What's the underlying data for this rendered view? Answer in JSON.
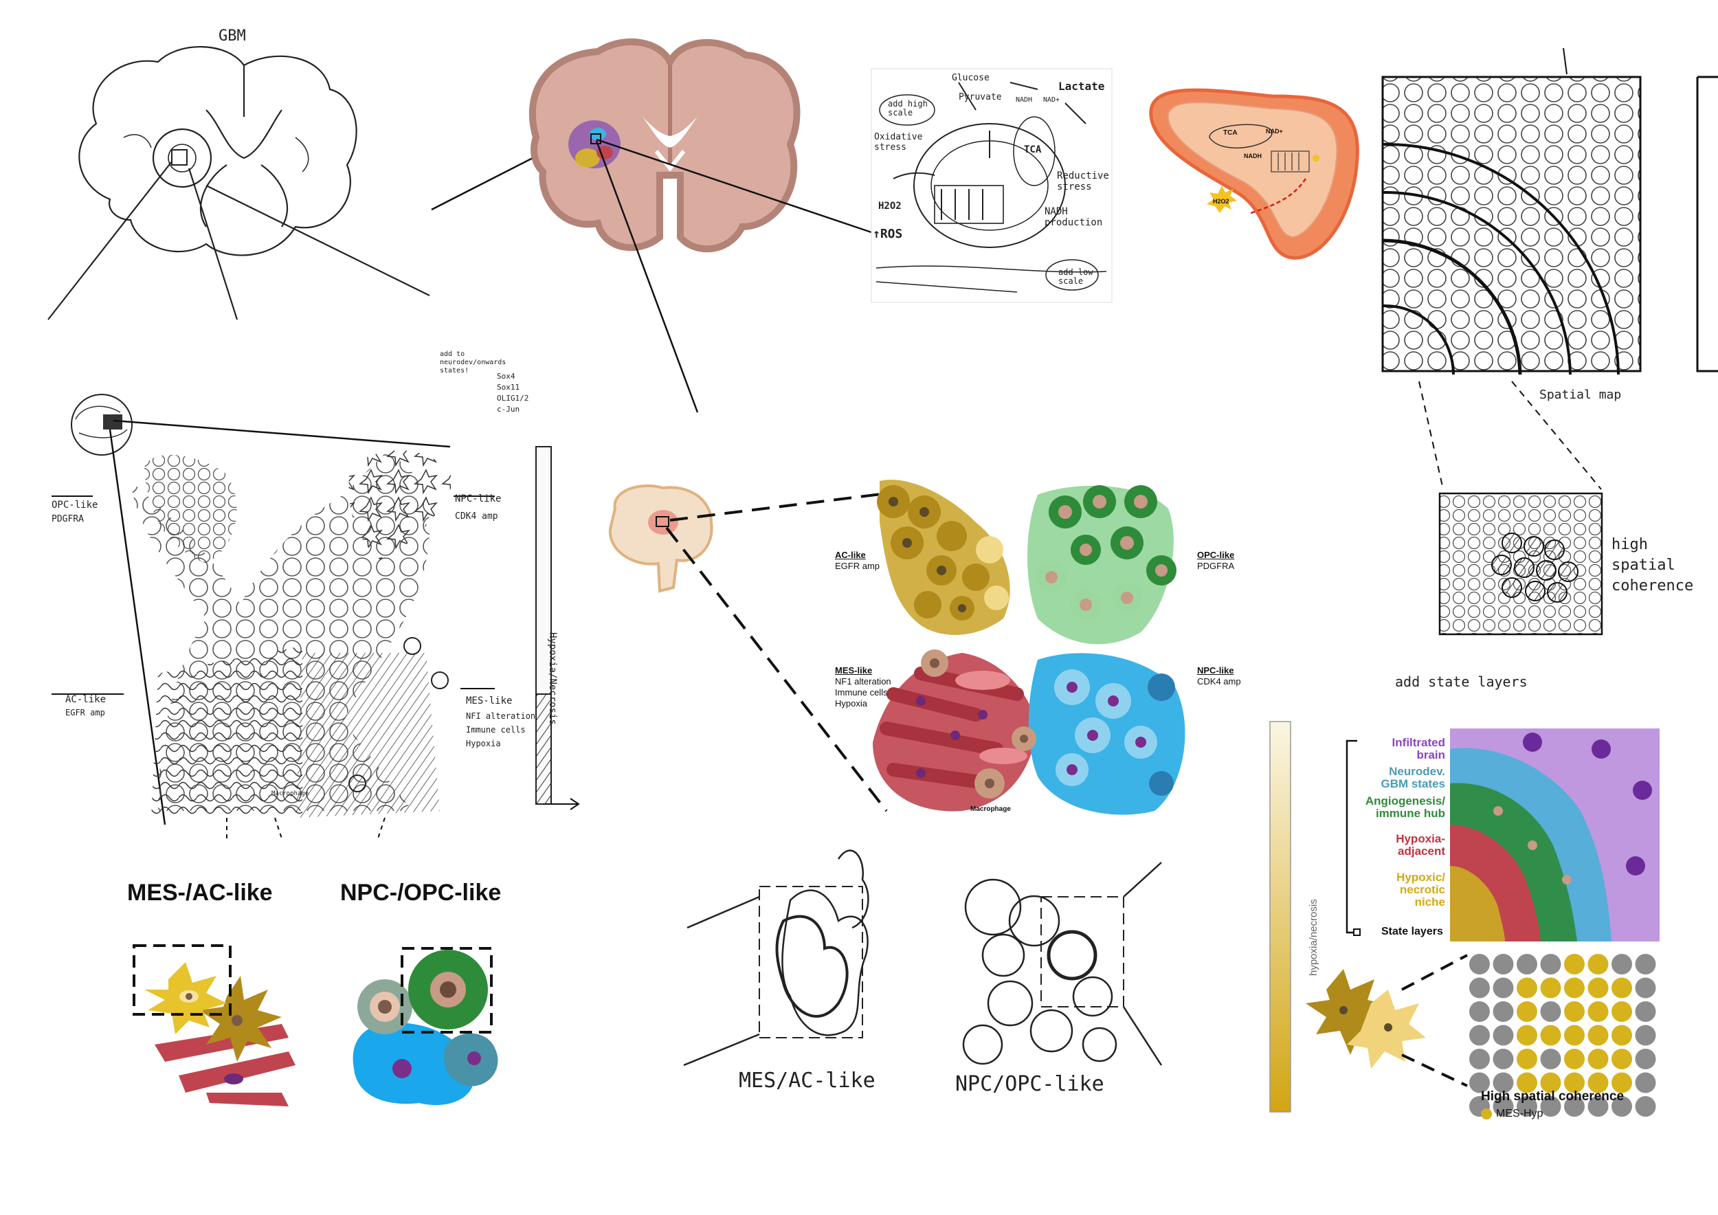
{
  "sketch_gbm": {
    "title": "GBM"
  },
  "metabolism_sketch": {
    "glucose": "Glucose",
    "lactate": "Lactate",
    "pyruvate": "Pyruvate",
    "nadh": "NADH",
    "nad": "NAD+",
    "tca": "TCA",
    "add_high": "add high\nscale",
    "oxidative": "Oxidative\nstress",
    "h2o2": "H2O2",
    "ros": "↑ROS",
    "reductive": "Reductive\nstress",
    "nadh_prod": "NADH\nproduction",
    "add_low": "add low\nscale"
  },
  "mito_diagram": {
    "tca": "TCA",
    "nadh": "NADH",
    "nad": "NAD+",
    "h2o2": "H2O2"
  },
  "spatial_sketch": {
    "spatial_map": "Spatial map",
    "high_coherence": "high spatial\ncoherence",
    "add_state_layers": "add state layers"
  },
  "quadrant_sketch": {
    "note": "add to\nneurodev/onwards\nstates!",
    "markers": "Sox4\nSox11\nOLIG1/2\nc-Jun",
    "opc_title": "OPC-like",
    "opc_sub": "PDGFRA",
    "npc_title": "NPC-like",
    "npc_sub": "CDK4 amp",
    "ac_title": "AC-like",
    "ac_sub": "EGFR amp",
    "mes_title": "MES-like",
    "mes_sub": "NFI alteration\nImmune cells\nHypoxia",
    "macrophage": "Macrophage",
    "gradient": "Hypoxia/Necrosis"
  },
  "quadrant_final": {
    "ac_title": "AC-like",
    "ac_sub": "EGFR amp",
    "opc_title": "OPC-like",
    "opc_sub": "PDGFRA",
    "mes_title": "MES-like",
    "mes_sub1": "NF1 alteration",
    "mes_sub2": "Immune cells",
    "mes_sub3": "Hypoxia",
    "npc_title": "NPC-like",
    "npc_sub": "CDK4 amp",
    "macrophage": "Macrophage"
  },
  "bottom_left": {
    "mes_ac": "MES-/AC-like",
    "npc_opc": "NPC-/OPC-like"
  },
  "bottom_sketch": {
    "mes_ac": "MES/AC-like",
    "npc_opc": "NPC/OPC-like"
  },
  "gradient_bar": {
    "label": "hypoxia/necrosis"
  },
  "state_layers": {
    "items": [
      {
        "label": "Infiltrated\nbrain",
        "color": "#8a44c6"
      },
      {
        "label": "Neurodev.\nGBM states",
        "color": "#4a9bb5"
      },
      {
        "label": "Angiogenesis/\nimmune hub",
        "color": "#2e8b3a"
      },
      {
        "label": "Hypoxia-\nadjacent",
        "color": "#c0333f"
      },
      {
        "label": "Hypoxic/\nnecrotic\nniche",
        "color": "#d4a915"
      }
    ],
    "footer": "State layers"
  },
  "coherence": {
    "title": "High spatial coherence",
    "legend": "MES-Hyp",
    "legend_color": "#d6b21c",
    "other_color": "#8c8c8c"
  },
  "colors": {
    "brain": "#d9a79a",
    "ac": "#c9a227",
    "mes": "#c0444f",
    "npc": "#3bb3e6",
    "opc": "#2e9a46",
    "macrophage": "#c89a7e"
  }
}
